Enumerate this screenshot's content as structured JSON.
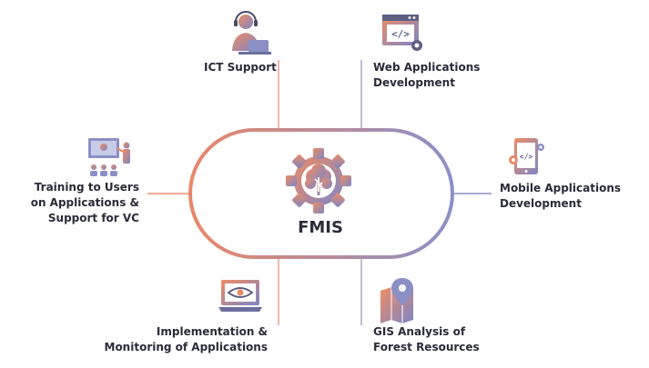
{
  "center": {
    "title": "FMIS"
  },
  "colors": {
    "orange": "#e88a6a",
    "purple": "#8a8fc6",
    "dark": "#2b2b3a"
  },
  "nodes": {
    "ict_support": {
      "lines": [
        "ICT Support"
      ],
      "icon": "headset-support-icon"
    },
    "web_apps": {
      "lines": [
        "Web Applications",
        "Development"
      ],
      "icon": "web-code-icon"
    },
    "training": {
      "lines": [
        "Training to Users",
        "on Applications &",
        "Support for VC"
      ],
      "icon": "presentation-training-icon"
    },
    "mobile_apps": {
      "lines": [
        "Mobile Applications",
        "Development"
      ],
      "icon": "mobile-code-icon"
    },
    "implementation": {
      "lines": [
        "Implementation &",
        "Monitoring of Applications"
      ],
      "icon": "laptop-eye-icon"
    },
    "gis": {
      "lines": [
        "GIS Analysis of",
        "Forest Resources"
      ],
      "icon": "map-pin-icon"
    }
  }
}
